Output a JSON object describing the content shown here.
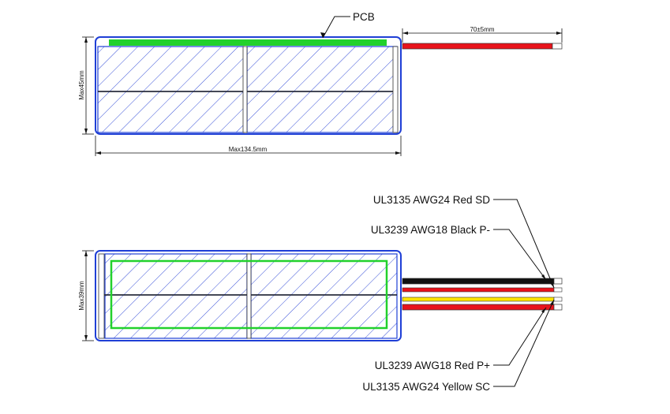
{
  "top_view": {
    "pcb_label": "PCB",
    "dim_width": "Max134.5mm",
    "dim_height": "Max45mm",
    "dim_lead": "70±5mm"
  },
  "bottom_view": {
    "dim_height": "Max39mm",
    "wires": [
      {
        "label": "UL3135 AWG24 Red SD",
        "color": "#e8131b"
      },
      {
        "label": "UL3239 AWG18 Black P-",
        "color": "#111111"
      },
      {
        "label": "UL3239 AWG18 Red P+",
        "color": "#e8131b"
      },
      {
        "label": "UL3135 AWG24 Yellow SC",
        "color": "#ffe600"
      }
    ]
  },
  "colors": {
    "cell_outline": "#1f3fd6",
    "hatch": "#3a52d8",
    "pcb": "#22d12c",
    "wire_red": "#e8131b",
    "wire_black": "#111111",
    "wire_yellow": "#ffe600"
  }
}
